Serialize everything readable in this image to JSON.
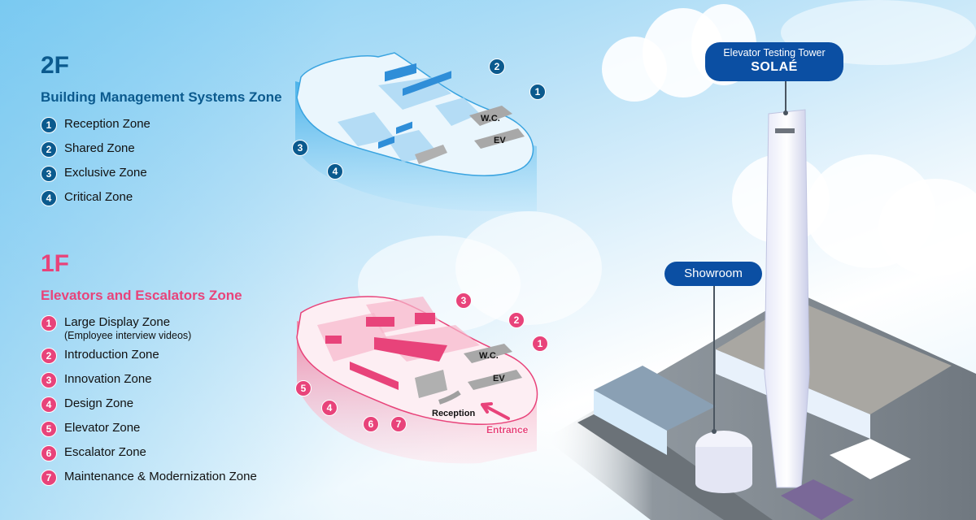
{
  "floor2": {
    "floor_label": "2F",
    "zone_title": "Building Management Systems Zone",
    "accent_color": "#0b5a8e",
    "zones": [
      {
        "number": "1",
        "label": "Reception Zone"
      },
      {
        "number": "2",
        "label": "Shared Zone"
      },
      {
        "number": "3",
        "label": "Exclusive Zone"
      },
      {
        "number": "4",
        "label": "Critical Zone"
      }
    ],
    "plan_labels": {
      "wc": "W.C.",
      "ev": "EV"
    }
  },
  "floor1": {
    "floor_label": "1F",
    "zone_title": "Elevators and Escalators Zone",
    "accent_color": "#e8437a",
    "zones": [
      {
        "number": "1",
        "label": "Large Display Zone",
        "sublabel": "(Employee interview videos)"
      },
      {
        "number": "2",
        "label": "Introduction Zone"
      },
      {
        "number": "3",
        "label": "Innovation Zone"
      },
      {
        "number": "4",
        "label": "Design Zone"
      },
      {
        "number": "5",
        "label": "Elevator Zone"
      },
      {
        "number": "6",
        "label": "Escalator Zone"
      },
      {
        "number": "7",
        "label": "Maintenance & Modernization Zone"
      }
    ],
    "plan_labels": {
      "wc": "W.C.",
      "ev": "EV",
      "reception": "Reception",
      "entrance": "Entrance"
    }
  },
  "tower_callout": {
    "line1": "Elevator Testing Tower",
    "line2": "SOLAÉ",
    "color": "#0b4fa3"
  },
  "showroom_callout": {
    "label": "Showroom",
    "color": "#0b4fa3"
  }
}
